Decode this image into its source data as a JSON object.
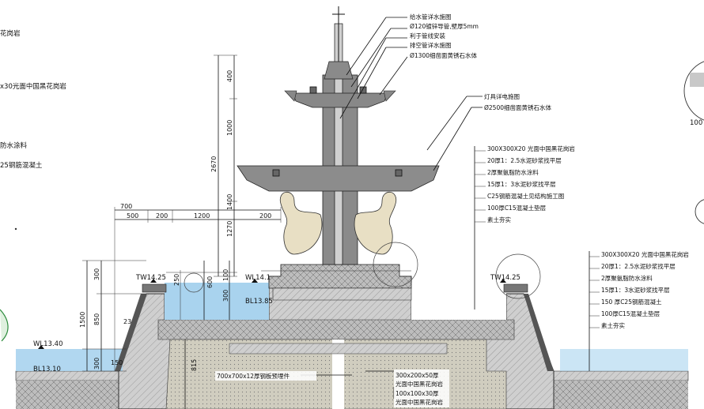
{
  "left_edge": {
    "t1": "花岗岩",
    "t2": "x30光面中国黑花岗岩",
    "t3": "防水涂料",
    "t4": "25钢筋混凝土"
  },
  "right_edge": {
    "t1": "100"
  },
  "top_callouts": [
    "给水管详水施图",
    "Ø120镀锌导管,壁厚5mm",
    "利于管线安装",
    "排空管详水施图",
    "Ø1300细凿面黄锈石水体"
  ],
  "mid_callouts": [
    "灯具详电施图",
    "Ø2500细凿面黄锈石水体"
  ],
  "center_layers": [
    "300X300X20 光面中国黑花岗岩",
    "20厚1：2.5水泥砂浆找平层",
    "2厚聚氨脂防水涂料",
    "15厚1：3水泥砂浆找平层",
    "C25钢筋混凝土见结构施工图",
    "100厚C15混凝土垫层",
    "素土夯实"
  ],
  "right_layers": [
    "300X300X20 光面中国黑花岗岩",
    "20厚1：2.5水泥砂浆找平层",
    "2厚聚氨脂防水涂料",
    "15厚1：3水泥砂浆找平层",
    "150 厚C25钢筋混凝土",
    "100厚C15混凝土垫层",
    "素土夯实"
  ],
  "bottom_callouts": {
    "embed": "700x700x12厚钢板预埋件",
    "stone1a": "300x200x50厚",
    "stone1b": "光面中国黑花岗岩",
    "stone2a": "100x100x30厚",
    "stone2b": "光面中国黑花岗岩"
  },
  "levels": {
    "tw_left": "TW14.25",
    "tw_right": "TW14.25",
    "wl_inner": "WL14.1",
    "bl_inner": "BL13.85",
    "wl_outer": "WL13.40",
    "bl_outer": "BL13.10"
  },
  "dims": {
    "d400": "400",
    "d1000": "1000",
    "d2670": "2670",
    "d1400": "1400",
    "d1270": "1270",
    "d700": "700",
    "d500": "500",
    "d200a": "200",
    "d1200": "1200",
    "d200b": "200",
    "d300a": "300",
    "d600": "600",
    "d300b": "300",
    "d100": "100",
    "d250": "250",
    "d1500": "1500",
    "d850": "850",
    "d300c": "300",
    "d815": "815",
    "d23": "23",
    "d150": "150"
  },
  "colors": {
    "water": "#a9d3ee",
    "concrete": "#c9c9c9",
    "soil": "#d8cfa8",
    "stone": "#9a9a9a"
  }
}
